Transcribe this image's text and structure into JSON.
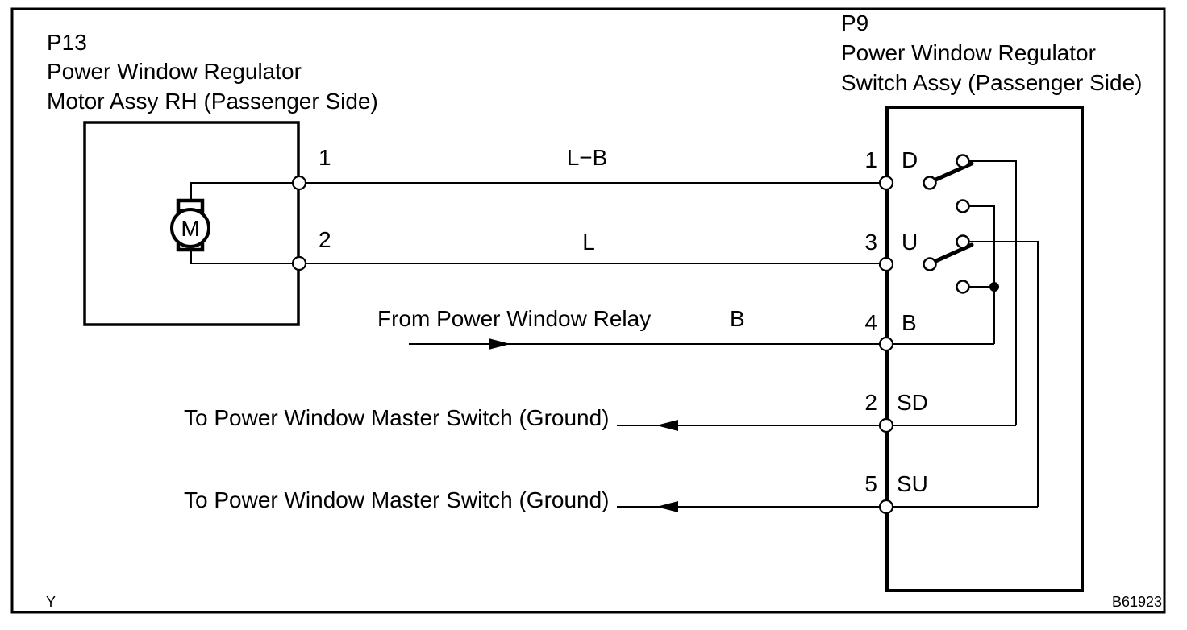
{
  "motor_component": {
    "code": "P13",
    "name_line1": "Power Window Regulator",
    "name_line2": "Motor Assy RH (Passenger Side)",
    "symbol_letter": "M",
    "pin1": "1",
    "pin2": "2"
  },
  "switch_component": {
    "code": "P9",
    "name_line1": "Power Window Regulator",
    "name_line2": "Switch Assy (Passenger Side)",
    "pins": [
      {
        "number": "1",
        "name": "D"
      },
      {
        "number": "3",
        "name": "U"
      },
      {
        "number": "4",
        "name": "B"
      },
      {
        "number": "2",
        "name": "SD"
      },
      {
        "number": "5",
        "name": "SU"
      }
    ]
  },
  "wire_labels": {
    "wire1_color": "L−B",
    "wire2_color": "L",
    "relay_wire_color": "B"
  },
  "annotations": {
    "relay_source": "From Power Window Relay",
    "ground_1": "To Power Window Master Switch (Ground)",
    "ground_2": "To Power Window Master Switch (Ground)",
    "page_code": "Y",
    "figure_id": "B61923"
  },
  "colors": {
    "line": "#000000",
    "background": "#ffffff"
  }
}
